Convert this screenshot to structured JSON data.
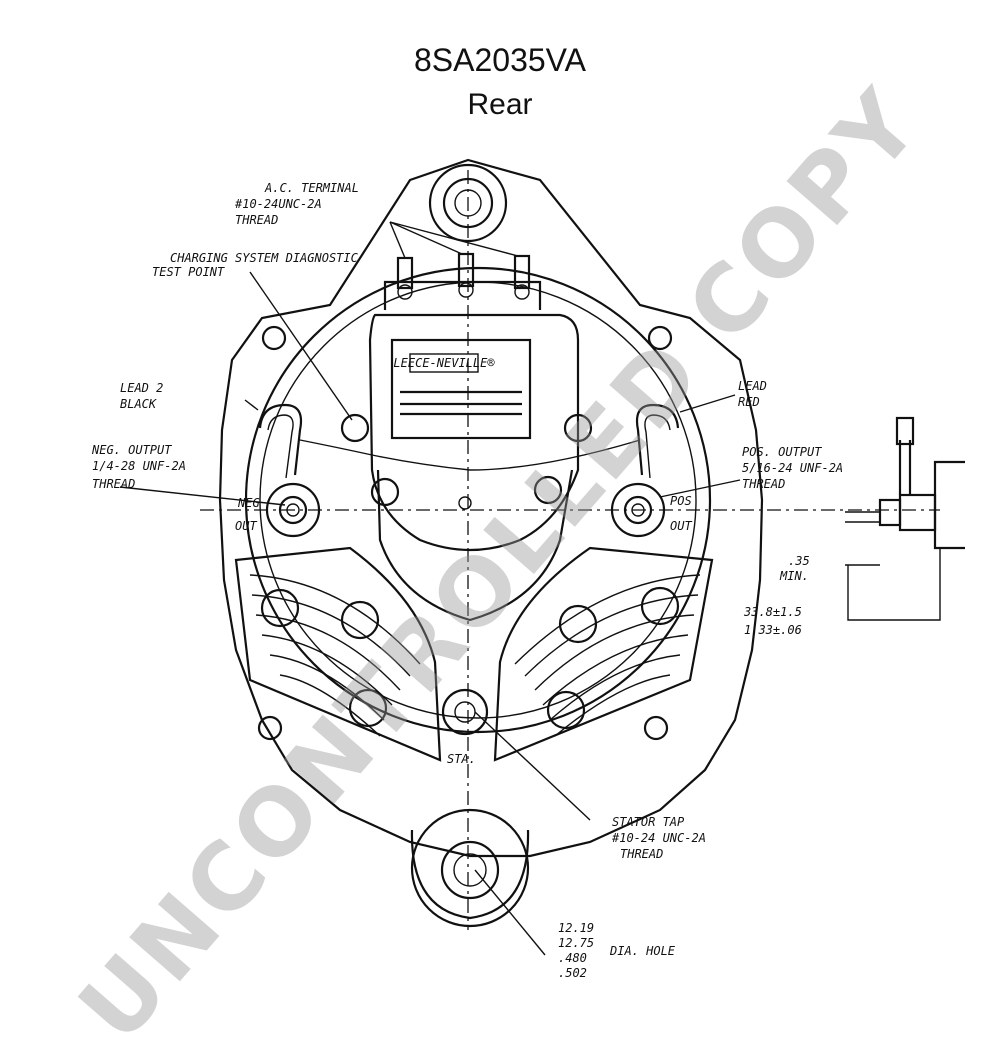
{
  "header": {
    "model": "8SA2035VA",
    "view": "Rear"
  },
  "labels": {
    "ac_terminal": [
      "A.C. TERMINAL",
      "#10-24UNC-2A",
      "THREAD"
    ],
    "diagnostic": [
      "CHARGING SYSTEM DIAGNOSTIC",
      "TEST POINT"
    ],
    "lead2": [
      "LEAD 2",
      "BLACK"
    ],
    "lead_red": [
      "LEAD",
      "RED"
    ],
    "neg_output": [
      "NEG. OUTPUT",
      "1/4-28 UNF-2A",
      "THREAD"
    ],
    "pos_output": [
      "POS. OUTPUT",
      "5/16-24 UNF-2A",
      "THREAD"
    ],
    "neg": "NEG",
    "neg_out": "OUT",
    "pos": "POS",
    "pos_out": "OUT",
    "sta": "STA.",
    "stator_tap": [
      "STATOR TAP",
      "#10-24 UNC-2A",
      "THREAD"
    ],
    "dim_35": [
      ".35",
      "MIN."
    ],
    "dim_338": [
      "33.8±1.5",
      "1.33±.06"
    ],
    "dim_hole": [
      "12.19",
      "12.75",
      ".480",
      ".502"
    ],
    "dia_hole": "DIA. HOLE",
    "logo": "LEECE-NEVILLE®"
  },
  "watermark": "UNCONTROLLED COPY"
}
